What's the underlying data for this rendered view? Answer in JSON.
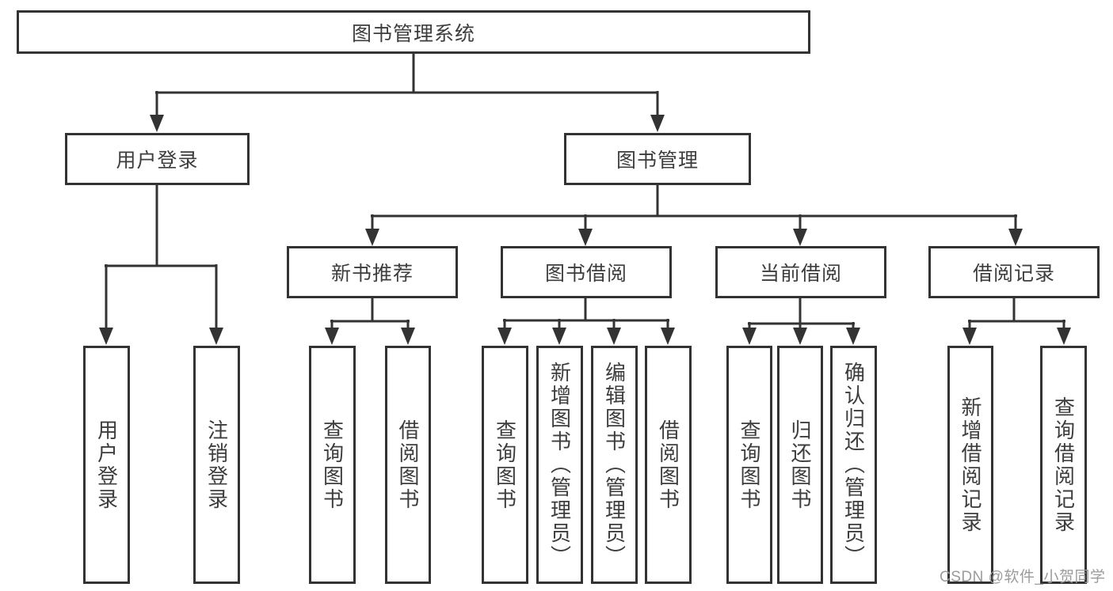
{
  "diagram": {
    "title": "图书管理系统",
    "tree": {
      "root": {
        "label": "图书管理系统"
      },
      "branches": [
        {
          "label": "用户登录",
          "children": [
            {
              "label": "用户登录"
            },
            {
              "label": "注销登录"
            }
          ]
        },
        {
          "label": "图书管理",
          "children": [
            {
              "label": "新书推荐",
              "children": [
                {
                  "label": "查询图书"
                },
                {
                  "label": "借阅图书"
                }
              ]
            },
            {
              "label": "图书借阅",
              "children": [
                {
                  "label": "查询图书"
                },
                {
                  "label": "新增图书（管理员）"
                },
                {
                  "label": "编辑图书（管理员）"
                },
                {
                  "label": "借阅图书"
                }
              ]
            },
            {
              "label": "当前借阅",
              "children": [
                {
                  "label": "查询图书"
                },
                {
                  "label": "归还图书"
                },
                {
                  "label": "确认归还（管理员）"
                }
              ]
            },
            {
              "label": "借阅记录",
              "children": [
                {
                  "label": "新增借阅记录"
                },
                {
                  "label": "查询借阅记录"
                }
              ]
            }
          ]
        }
      ]
    },
    "colors": {
      "line": "#333333",
      "text": "#3d3d3d",
      "background": "#ffffff",
      "watermark": "#9b9b9b"
    }
  },
  "watermark": {
    "text": "CSDN @软件_小贺同学"
  }
}
